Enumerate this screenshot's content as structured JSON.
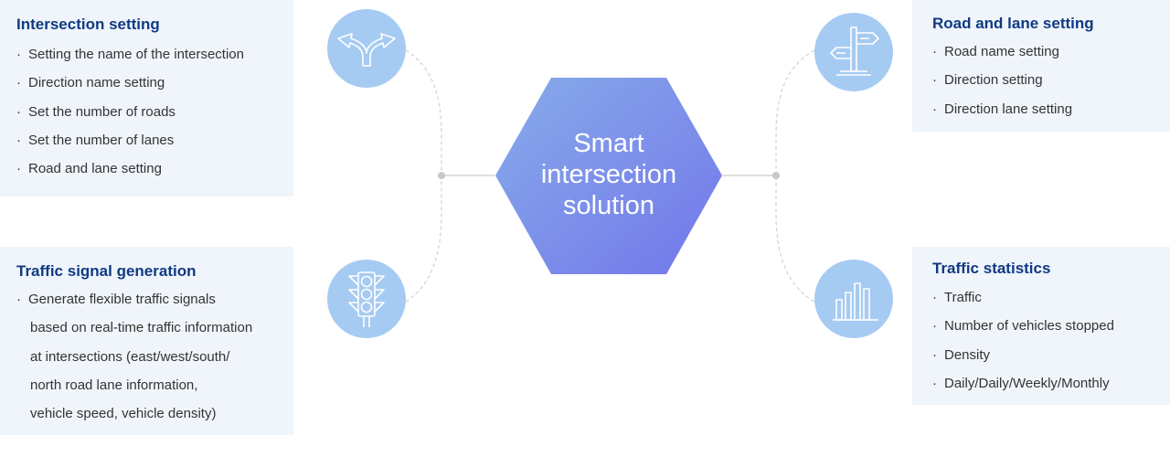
{
  "center": {
    "lines": [
      "Smart",
      "intersection",
      "solution"
    ]
  },
  "colors": {
    "title": "#0f3a82",
    "panel_bg": "#f0f5fb",
    "icon_bg": "#a6cbf2",
    "hex_top": "#84a6e8",
    "hex_bottom": "#7578ea"
  },
  "intersection_setting": {
    "title": "Intersection setting",
    "icon": "fork-arrows-icon",
    "items": [
      "Setting the name of the intersection",
      "Direction name setting",
      "Set the number of roads",
      "Set the number of lanes",
      "Road and lane setting"
    ]
  },
  "traffic_signal": {
    "title": "Traffic signal generation",
    "icon": "traffic-light-icon",
    "lines": [
      "Generate flexible traffic signals",
      "based on real-time traffic information",
      "at intersections (east/west/south/",
      "north road lane information,",
      "vehicle speed, vehicle density)"
    ]
  },
  "road_lane": {
    "title": "Road and lane setting",
    "icon": "signpost-icon",
    "items": [
      "Road name setting",
      "Direction setting",
      "Direction lane setting"
    ]
  },
  "traffic_stats": {
    "title": "Traffic statistics",
    "icon": "bar-chart-icon",
    "items": [
      "Traffic",
      "Number of vehicles stopped",
      "Density",
      "Daily/Daily/Weekly/Monthly"
    ]
  }
}
